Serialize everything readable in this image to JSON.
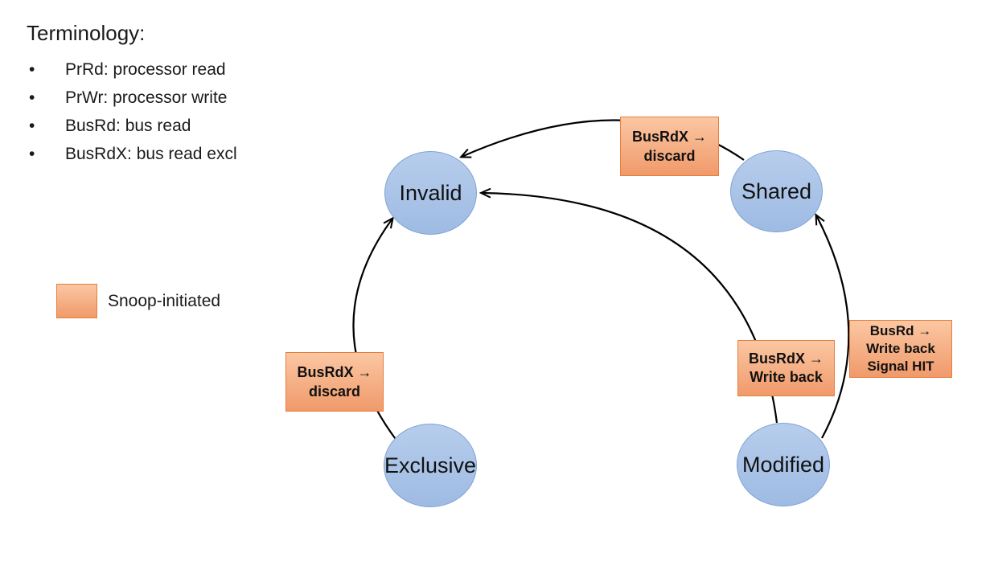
{
  "terminology": {
    "title": "Terminology:",
    "items": [
      "PrRd: processor read",
      "PrWr: processor write",
      "BusRd: bus read",
      "BusRdX: bus read excl"
    ]
  },
  "legend": {
    "label": "Snoop-initiated"
  },
  "states": {
    "invalid": "Invalid",
    "shared": "Shared",
    "exclusive": "Exclusive",
    "modified": "Modified"
  },
  "transitions": {
    "shared_to_invalid": {
      "event": "BusRdX →",
      "action": "discard"
    },
    "exclusive_to_invalid": {
      "event": "BusRdX →",
      "action": "discard"
    },
    "modified_to_invalid": {
      "event": "BusRdX →",
      "action": "Write back"
    },
    "modified_to_shared": {
      "event": "BusRd →",
      "action": "Write back",
      "action2": "Signal HIT"
    }
  },
  "colors": {
    "state_fill_top": "#b7cdec",
    "state_fill_bottom": "#9ebbe3",
    "state_border": "#7fa3d4",
    "snoop_fill_top": "#fbc7a3",
    "snoop_fill_bottom": "#f09a6b",
    "snoop_border": "#e87e3c",
    "arrow": "#000000",
    "text": "#1a1a1a",
    "background": "#ffffff"
  }
}
